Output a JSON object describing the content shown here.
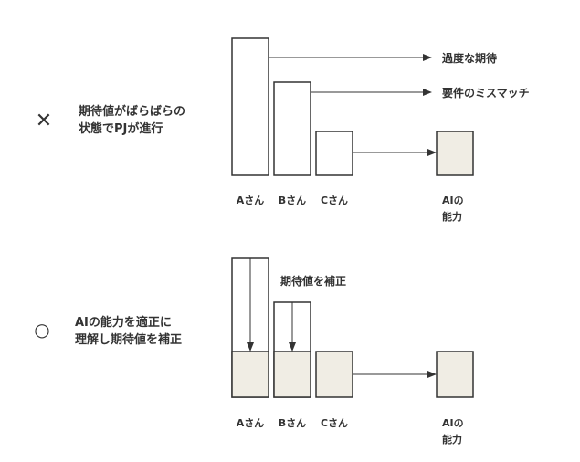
{
  "colors": {
    "stroke": "#333333",
    "fill_ai": "#f0ede4",
    "fill_corrected": "#f0ede4"
  },
  "top_section": {
    "marker": "✕",
    "description_line1": "期待値がばらばらの",
    "description_line2": "状態でPJが進行",
    "annotation_1": "過度な期待",
    "annotation_2": "要件のミスマッチ",
    "labels": [
      "Aさん",
      "Bさん",
      "Cさん"
    ],
    "ai_label_line1": "AIの",
    "ai_label_line2": "能力"
  },
  "bottom_section": {
    "marker": "○",
    "description_line1": "AIの能力を適正に",
    "description_line2": "理解し期待値を補正",
    "annotation": "期待値を補正",
    "labels": [
      "Aさん",
      "Bさん",
      "Cさん"
    ],
    "ai_label_line1": "AIの",
    "ai_label_line2": "能力"
  }
}
